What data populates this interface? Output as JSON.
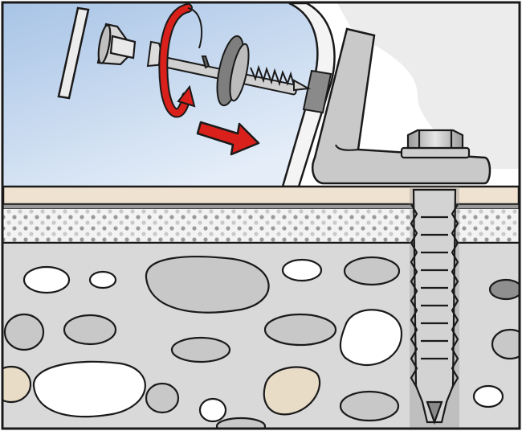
{
  "figure": {
    "kind": "installation-illustration",
    "description_text": "",
    "colors": {
      "bath_interior": "#c6d9ef",
      "bath_interior_light": "#e6eef8",
      "bath_shell": "#f2f2f2",
      "outline": "#1a1a1a",
      "screed_top": "#efe2d0",
      "insulation": "#f3f3f3",
      "insulation_dots": "#8f8f8f",
      "concrete": "#d9d9d9",
      "stone_white": "#ffffff",
      "stone_grey": "#c8c8c8",
      "stone_beige": "#e8dcc7",
      "metal": "#bdbdbd",
      "metal_dark": "#8a8a8a",
      "arrow_red": "#d9201b"
    },
    "parts": [
      {
        "name": "sealing-washer-plate",
        "icon": "rectangle"
      },
      {
        "name": "countersunk-washer",
        "icon": "funnel"
      },
      {
        "name": "screw-with-rubber-washer",
        "icon": "screw"
      },
      {
        "name": "bracket",
        "icon": "angle-bracket"
      },
      {
        "name": "hex-bolt",
        "icon": "hex-head"
      },
      {
        "name": "wall-plug",
        "icon": "anchor"
      }
    ],
    "arrows": [
      {
        "name": "rotate-arrow",
        "meaning": "rotate"
      },
      {
        "name": "push-arrow",
        "meaning": "insert"
      }
    ]
  }
}
